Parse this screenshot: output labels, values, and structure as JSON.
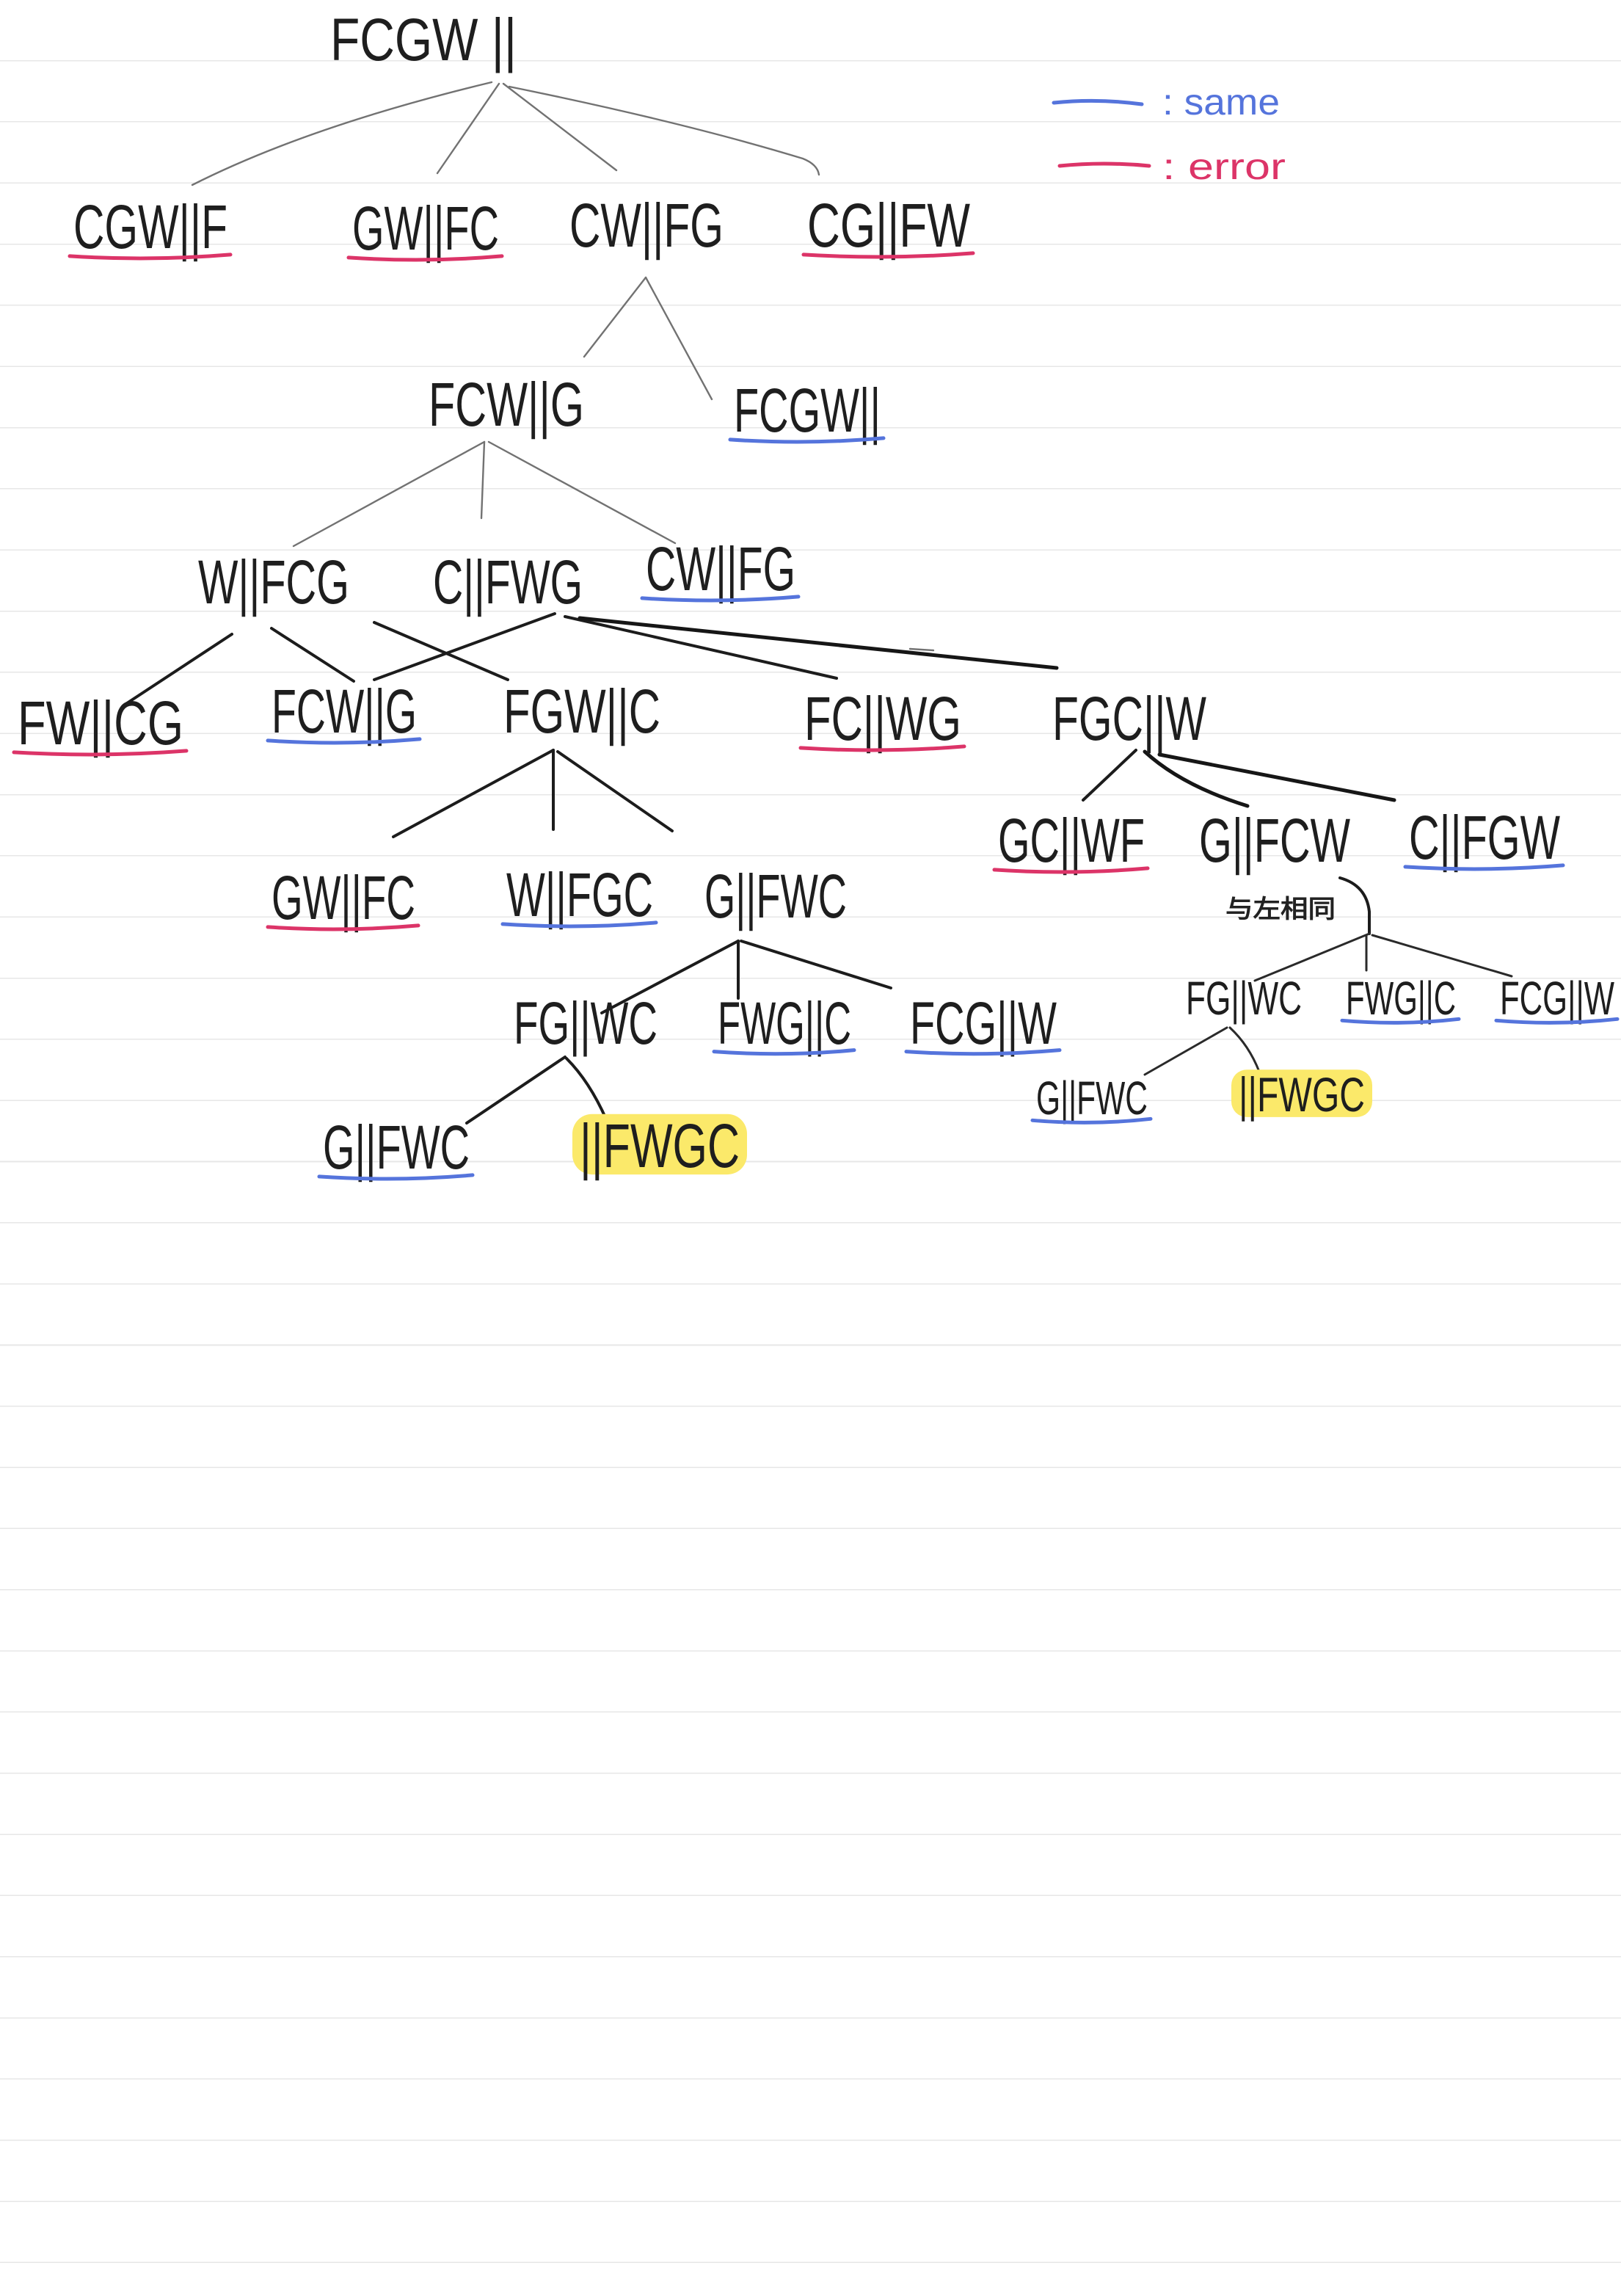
{
  "legend": [
    {
      "text": ": same",
      "color": "#5574dc"
    },
    {
      "text": ": error",
      "color": "#dc3468"
    }
  ],
  "annotation": "与左相同",
  "nodes": [
    {
      "label": "FCGW ||"
    },
    {
      "label": "CGW||F",
      "underline": "#dc3468"
    },
    {
      "label": "GW||FC",
      "underline": "#dc3468"
    },
    {
      "label": "CW||FG"
    },
    {
      "label": "CG||FW",
      "underline": "#dc3468"
    },
    {
      "label": "FCW||G"
    },
    {
      "label": "FCGW||",
      "underline": "#5574dc"
    },
    {
      "label": "W||FCG"
    },
    {
      "label": "C||FWG"
    },
    {
      "label": "CW||FG",
      "underline": "#5574dc"
    },
    {
      "label": "FW||CG",
      "underline": "#dc3468"
    },
    {
      "label": "FCW||G",
      "underline": "#5574dc"
    },
    {
      "label": "FGW||C"
    },
    {
      "label": "FC||WG",
      "underline": "#dc3468"
    },
    {
      "label": "FGC||W"
    },
    {
      "label": "GW||FC",
      "underline": "#dc3468"
    },
    {
      "label": "W||FGC",
      "underline": "#5574dc"
    },
    {
      "label": "G||FWC"
    },
    {
      "label": "GC||WF",
      "underline": "#dc3468"
    },
    {
      "label": "G||FCW"
    },
    {
      "label": "C||FGW",
      "underline": "#5574dc"
    },
    {
      "label": "FG||WC"
    },
    {
      "label": "FWG||C",
      "underline": "#5574dc"
    },
    {
      "label": "FCG||W",
      "underline": "#5574dc"
    },
    {
      "label": "FG||WC"
    },
    {
      "label": "FWG||C",
      "underline": "#5574dc"
    },
    {
      "label": "FCG||W",
      "underline": "#5574dc"
    },
    {
      "label": "G||FWC",
      "underline": "#5574dc"
    },
    {
      "label": "||FWGC",
      "highlight": "#fbe96a"
    },
    {
      "label": "G||FWC",
      "underline": "#5574dc"
    },
    {
      "label": "||FWGC",
      "highlight": "#fbe96a"
    }
  ]
}
